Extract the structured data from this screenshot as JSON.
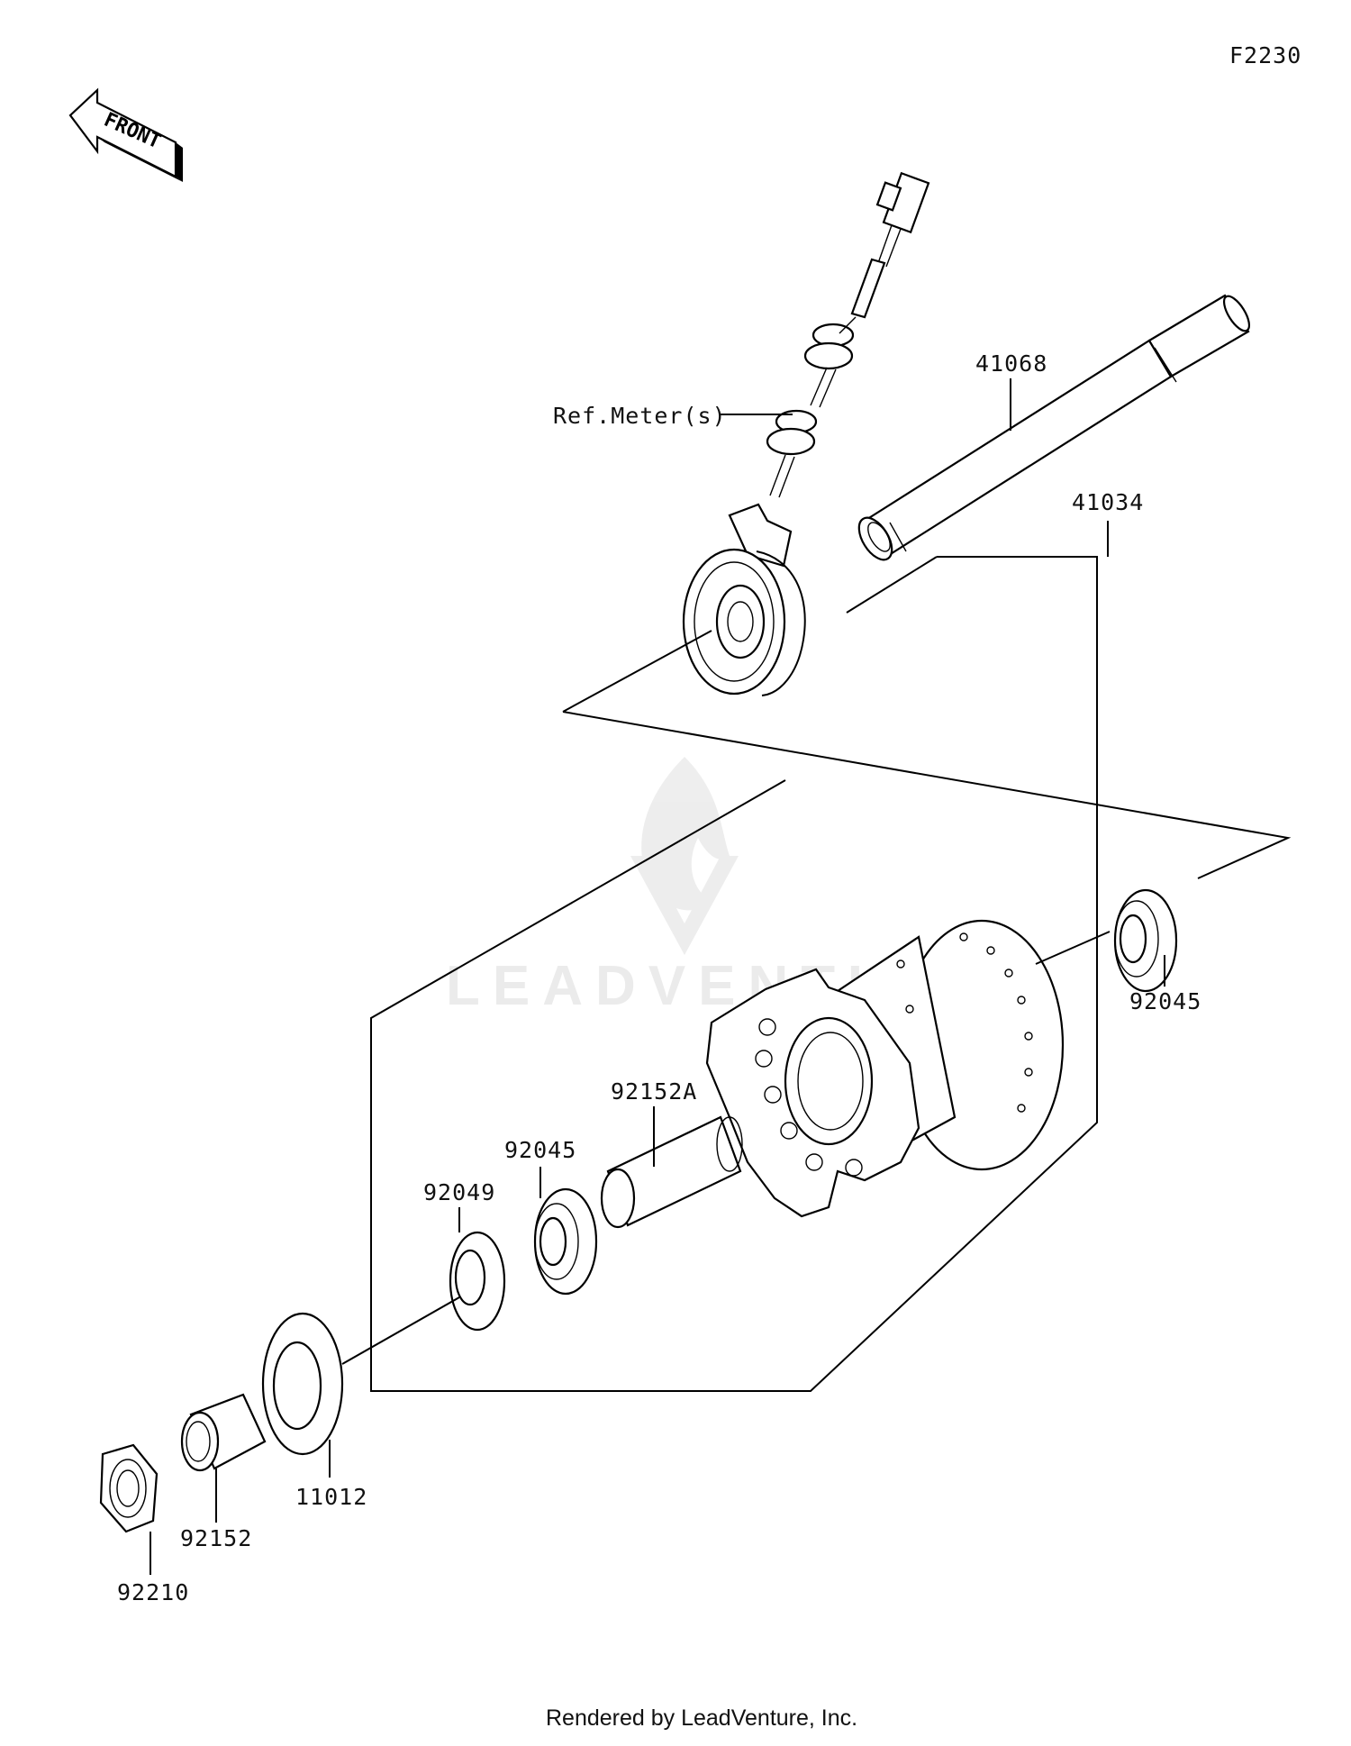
{
  "diagram": {
    "code": "F2230",
    "front_arrow_label": "FRONT",
    "footer": "Rendered by LeadVenture, Inc.",
    "watermark": "LEADVENTURE"
  },
  "callouts": {
    "ref_meter": "Ref.Meter(s)",
    "axle": "41068",
    "hub_assembly": "41034",
    "bearing_right": "92045",
    "collar_a": "92152A",
    "bearing_left": "92045",
    "oil_seal": "92049",
    "cover": "11012",
    "collar": "92152",
    "nut": "92210"
  }
}
